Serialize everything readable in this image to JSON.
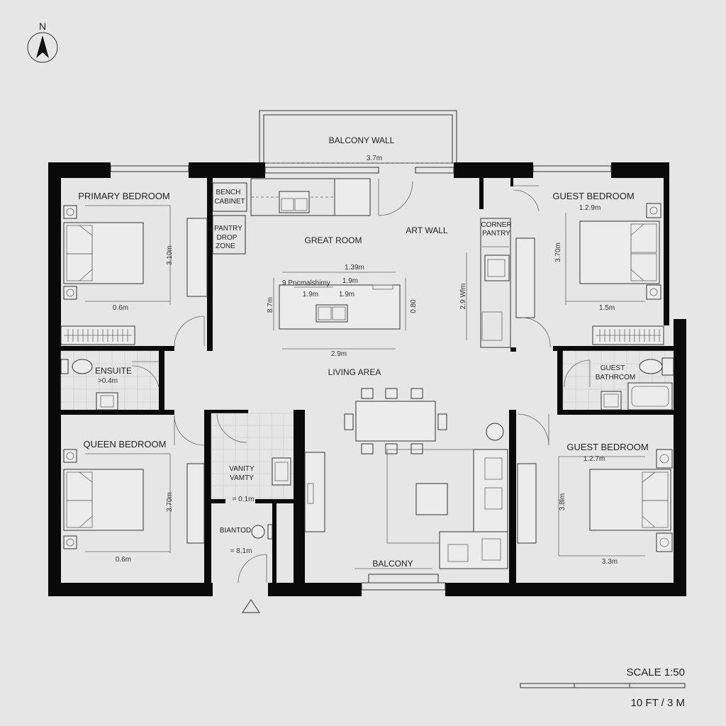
{
  "compass": {
    "north_label": "N",
    "icon": "north-arrow-icon"
  },
  "rooms": {
    "balcony_wall": "BALCONY WALL",
    "primary_bedroom": "PRIMARY BEDROOM",
    "bench_cabinet_1": "BENCH",
    "bench_cabinet_2": "CABINET",
    "pantry_drop_1": "PANTRY",
    "pantry_drop_2": "DROP",
    "pantry_drop_3": "ZONE",
    "great_room": "GREAT ROOM",
    "art_wall": "ART WALL",
    "corner_pantry_1": "CORNER",
    "corner_pantry_2": "PANTRY",
    "guest_bedroom_top": "GUEST BEDROOM",
    "ensuite": "ENSUITE",
    "living_area": "LIVING AREA",
    "guest_bath_1": "GUEST",
    "guest_bath_2": "BATHRCOM",
    "queen_bedroom": "QUEEN BEDROOM",
    "vanity_1": "VANITY",
    "vanity_2": "VAMTY",
    "biantod": "BIANTOD",
    "guest_bedroom_bottom": "GUEST BEDROOM",
    "balcony": "BALCONY"
  },
  "dimensions": {
    "balcony_width": "3.7m",
    "primary_height": "3.10m",
    "primary_bed": "0.6m",
    "guest_top_width": "1.2.9m",
    "guest_top_height": "3.70m",
    "guest_top_bed": "1.5m",
    "island_top": "1.39m",
    "island_inner_label": "9 Pncmalshimy",
    "island_inner_1": "1.9m",
    "island_inner_2": "1.9m",
    "island_inner_3": "1.9m",
    "island_left": "8.7m",
    "island_right": "0.80",
    "island_bottom": "2.9m",
    "art_wall_height": "2.9 Wlm",
    "ensuite_dim": ">0.4m",
    "queen_height": "3.70m",
    "queen_bed": "0.6m",
    "vanity_dim": "= 0.1m",
    "biantod_dim": "= 8.1m",
    "guest_bottom_width": "1.2.7m",
    "guest_bottom_height": "3.8lm",
    "guest_bottom_bed": "3.3m"
  },
  "scale": {
    "ratio": "SCALE 1:50",
    "length": "10 FT / 3 M"
  },
  "colors": {
    "background": "#e6e6e6",
    "wall": "#0a0a0a",
    "line": "#333333"
  }
}
